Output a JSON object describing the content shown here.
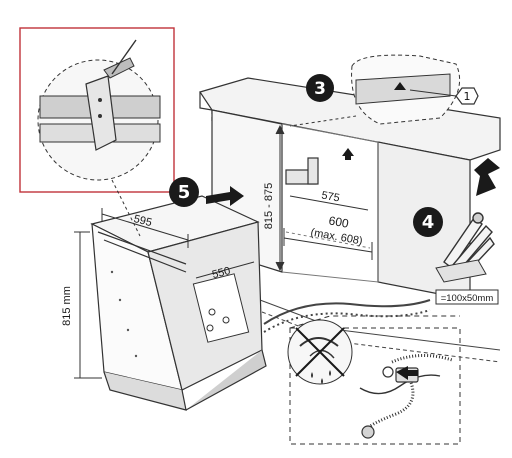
{
  "steps": {
    "s3": "3",
    "s4": "4",
    "s5": "5"
  },
  "callout": "1",
  "dims": {
    "height_range": "815 - 875",
    "depth_inner": "575",
    "depth_outer": "600",
    "depth_max": "(max. 608)",
    "unit_width": "595",
    "unit_side": "550",
    "unit_height": "815 mm",
    "opening": "=100x50mm"
  },
  "colors": {
    "inset_frame": "#c0323a",
    "step_badge": "#1a1a1a",
    "line": "#333333",
    "panel_fill": "#f2f2f2",
    "shade": "#d9d9d9"
  }
}
